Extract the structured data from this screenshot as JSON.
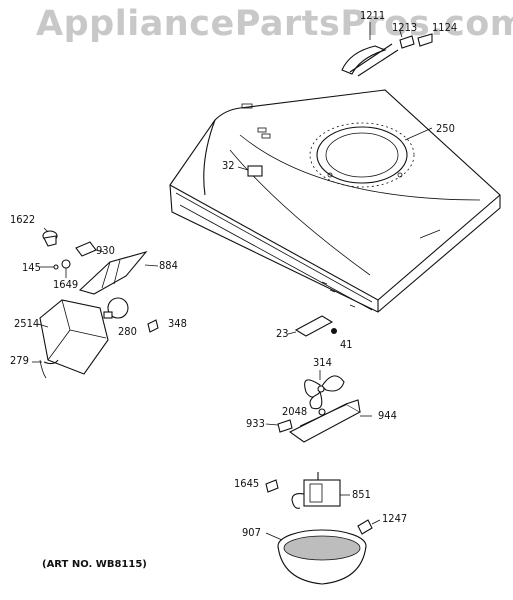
{
  "watermark": "AppliancePartsPros.com",
  "art_number": "(ART NO. WB8115)",
  "parts": {
    "p1211": "1211",
    "p1213": "1213",
    "p1124": "1124",
    "p250": "250",
    "p32": "32",
    "p1622": "1622",
    "p930": "930",
    "p145": "145",
    "p1649": "1649",
    "p884": "884",
    "p2514": "2514",
    "p280": "280",
    "p348": "348",
    "p279": "279",
    "p23": "23",
    "p41": "41",
    "p314": "314",
    "p2048": "2048",
    "p944": "944",
    "p933": "933",
    "p1645": "1645",
    "p851": "851",
    "p1247": "1247",
    "p907": "907"
  }
}
